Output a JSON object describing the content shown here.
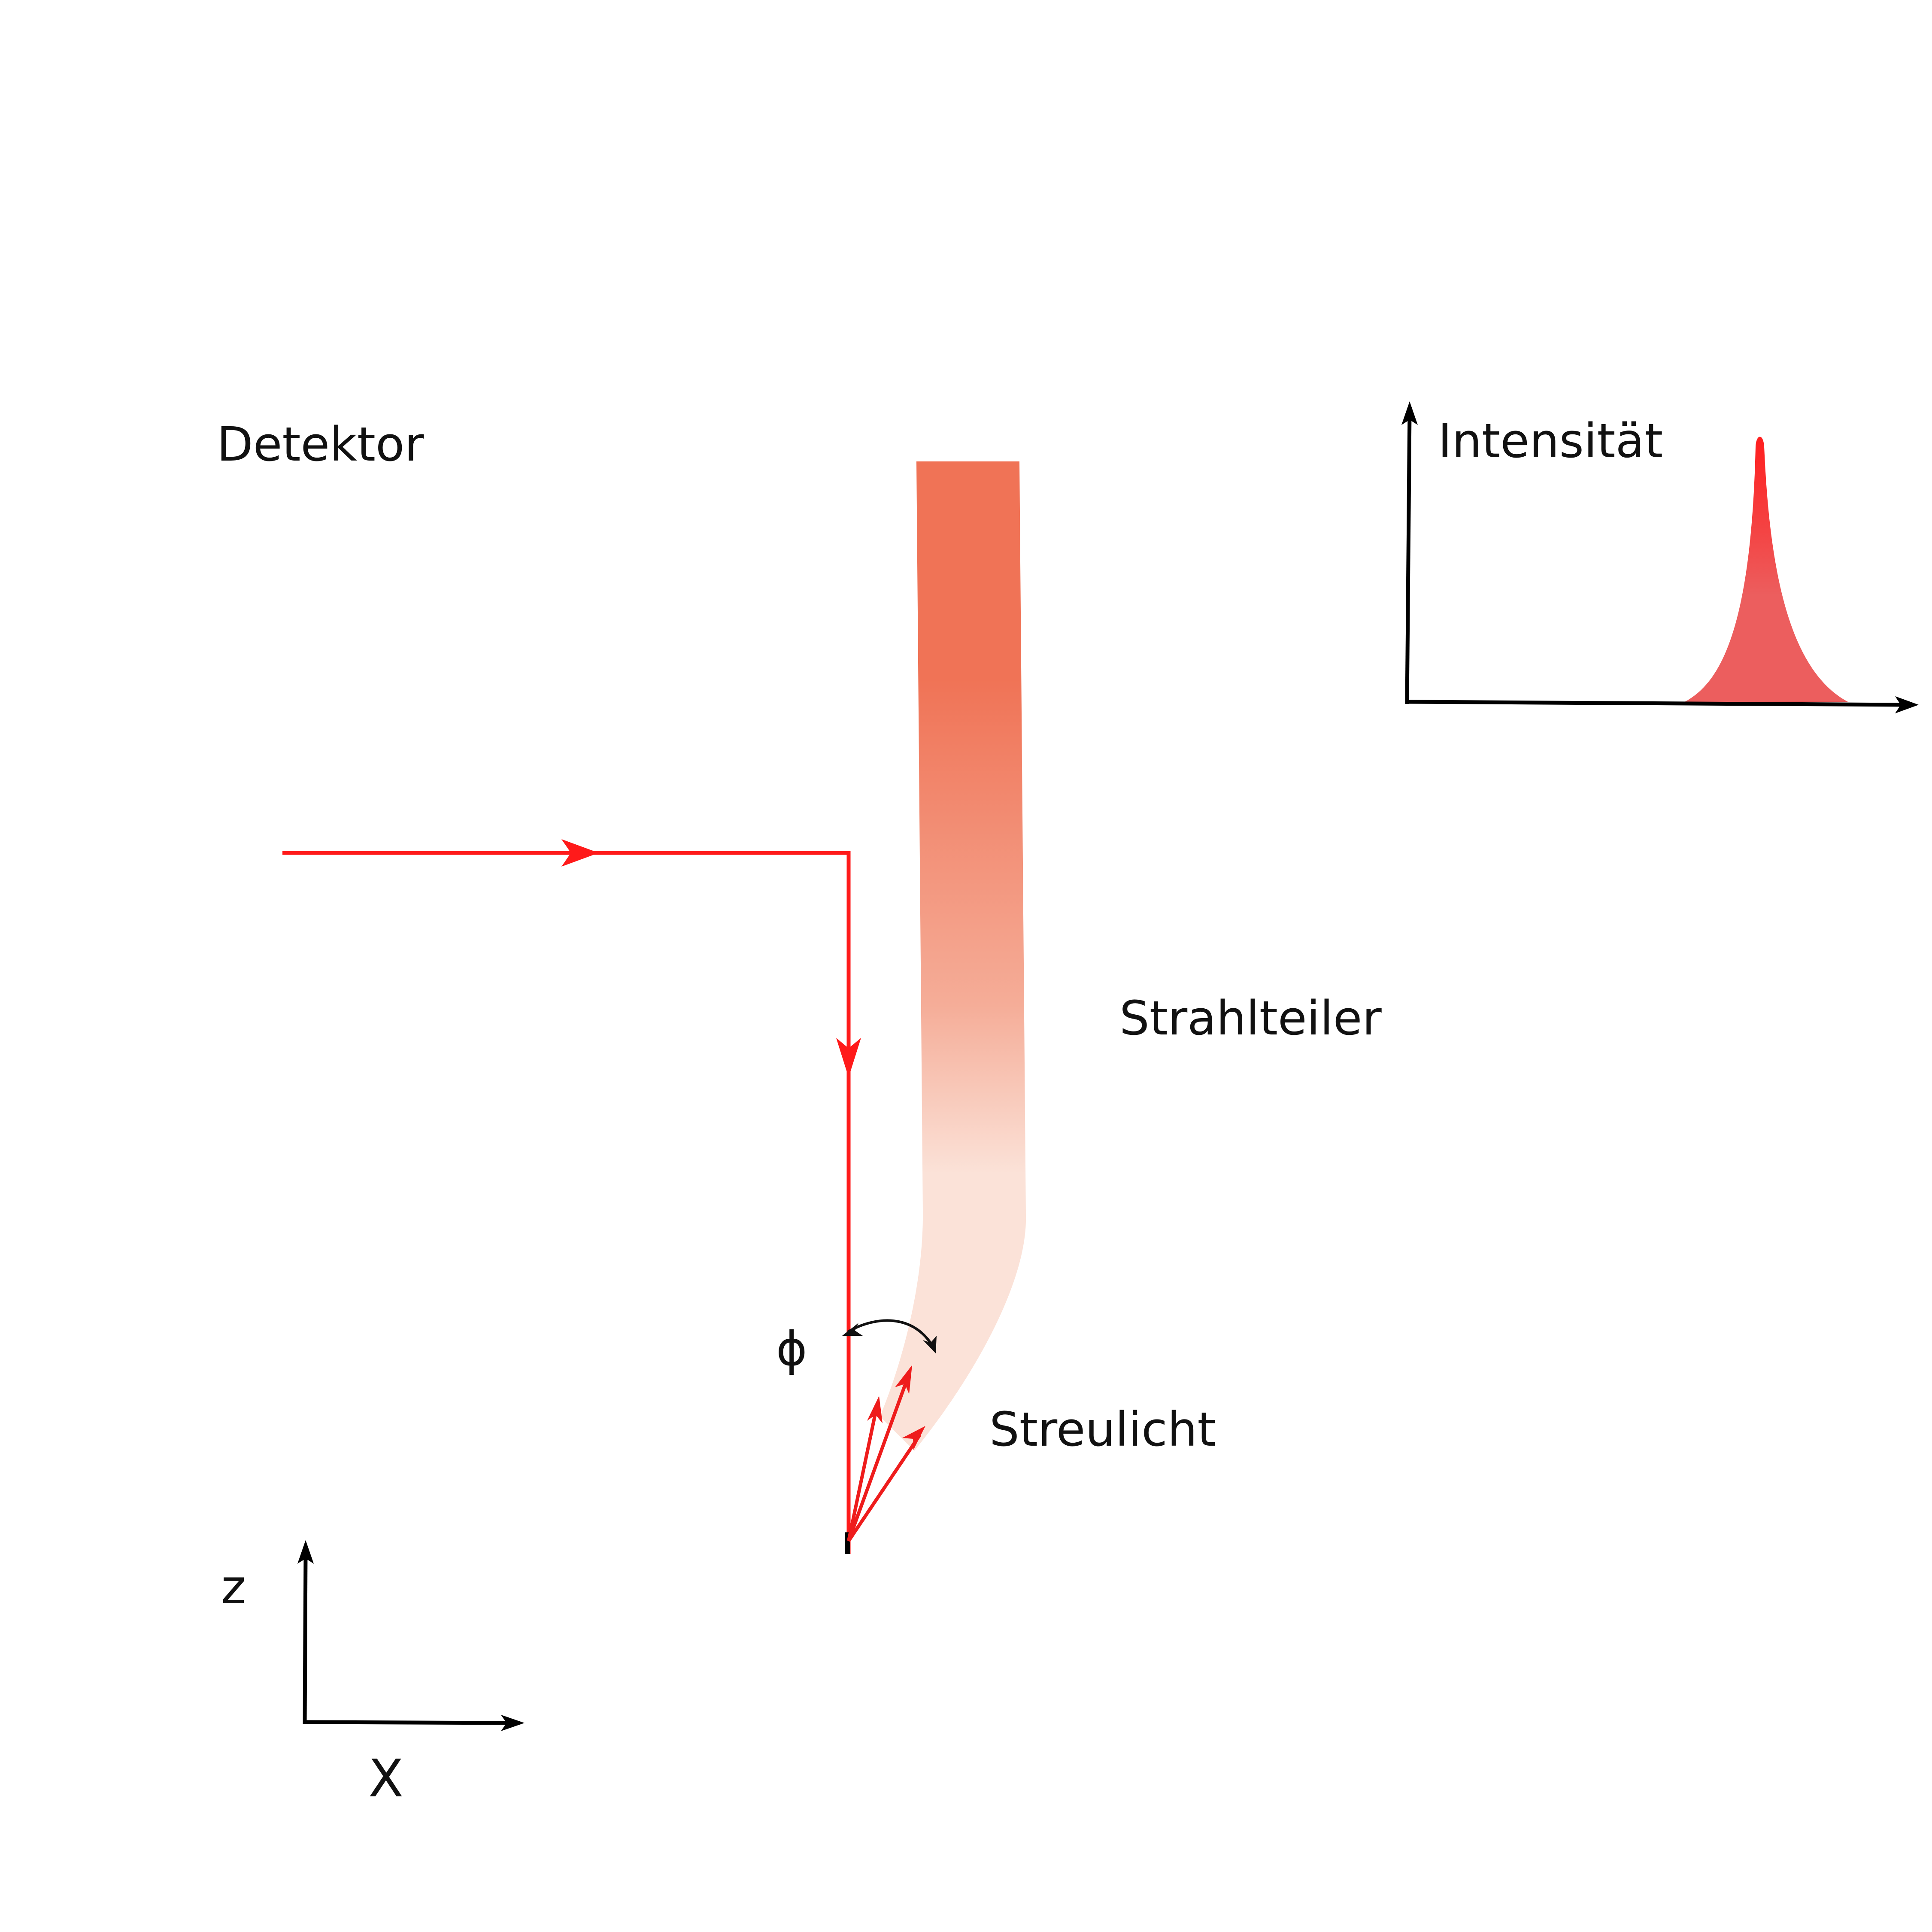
{
  "labels": {
    "detector": "Detektor",
    "intensity": "Intensität",
    "beam_splitter": "Strahlteiler",
    "scattered_light": "Streulicht",
    "angle": "ϕ",
    "axis_z": "z",
    "axis_x": "X"
  },
  "colors": {
    "beam": "#ff1a1a",
    "scatter": "#ee1c1c",
    "splitter_top": "#f07356",
    "splitter_mid": "#f5ad98",
    "splitter_bottom": "#fbe2d8",
    "peak_top": "#ff1e1e",
    "peak_fill": "#ec5e5e",
    "axis": "#000000"
  },
  "icons": {
    "beam_direction": "arrowhead-icon",
    "angle_indicator": "double-arrow-arc-icon"
  }
}
